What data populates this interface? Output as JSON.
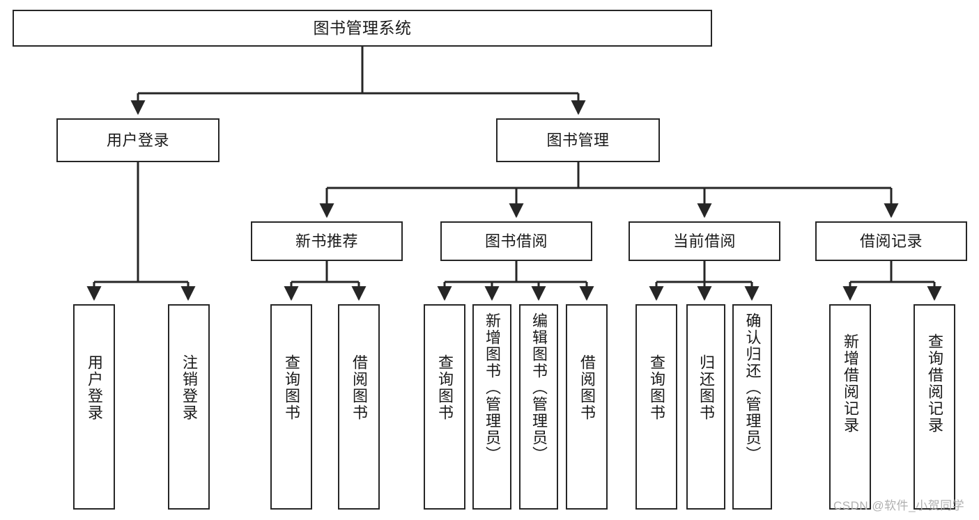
{
  "diagram": {
    "title": "图书管理系统",
    "type": "hierarchy-tree",
    "root": {
      "id": "root",
      "label": "图书管理系统"
    },
    "level2": [
      {
        "id": "user-login",
        "label": "用户登录"
      },
      {
        "id": "book-manage",
        "label": "图书管理"
      }
    ],
    "level3": [
      {
        "id": "new-book-recommend",
        "label": "新书推荐",
        "parent": "book-manage"
      },
      {
        "id": "book-borrow",
        "label": "图书借阅",
        "parent": "book-manage"
      },
      {
        "id": "current-borrow",
        "label": "当前借阅",
        "parent": "book-manage"
      },
      {
        "id": "borrow-record",
        "label": "借阅记录",
        "parent": "book-manage"
      }
    ],
    "leaves": [
      {
        "id": "leaf-user-login",
        "label": "用户登录",
        "parent": "user-login"
      },
      {
        "id": "leaf-logout-login",
        "label": "注销登录",
        "parent": "user-login"
      },
      {
        "id": "leaf-query-book-1",
        "label": "查询图书",
        "parent": "new-book-recommend"
      },
      {
        "id": "leaf-borrow-book-1",
        "label": "借阅图书",
        "parent": "new-book-recommend"
      },
      {
        "id": "leaf-query-book-2",
        "label": "查询图书",
        "parent": "book-borrow"
      },
      {
        "id": "leaf-add-book",
        "label": "新增图书（管理员）",
        "parent": "book-borrow"
      },
      {
        "id": "leaf-edit-book",
        "label": "编辑图书（管理员）",
        "parent": "book-borrow"
      },
      {
        "id": "leaf-borrow-book-2",
        "label": "借阅图书",
        "parent": "book-borrow"
      },
      {
        "id": "leaf-query-book-3",
        "label": "查询图书",
        "parent": "current-borrow"
      },
      {
        "id": "leaf-return-book",
        "label": "归还图书",
        "parent": "current-borrow"
      },
      {
        "id": "leaf-confirm-return",
        "label": "确认归还（管理员）",
        "parent": "current-borrow"
      },
      {
        "id": "leaf-add-record",
        "label": "新增借阅记录",
        "parent": "borrow-record"
      },
      {
        "id": "leaf-query-record",
        "label": "查询借阅记录",
        "parent": "borrow-record"
      }
    ]
  },
  "watermark": {
    "text": "CSDN @软件_小贺同学"
  },
  "colors": {
    "stroke": "#262626",
    "background": "#ffffff",
    "text": "#1a1a1a",
    "watermark": "#b0b0b0"
  }
}
